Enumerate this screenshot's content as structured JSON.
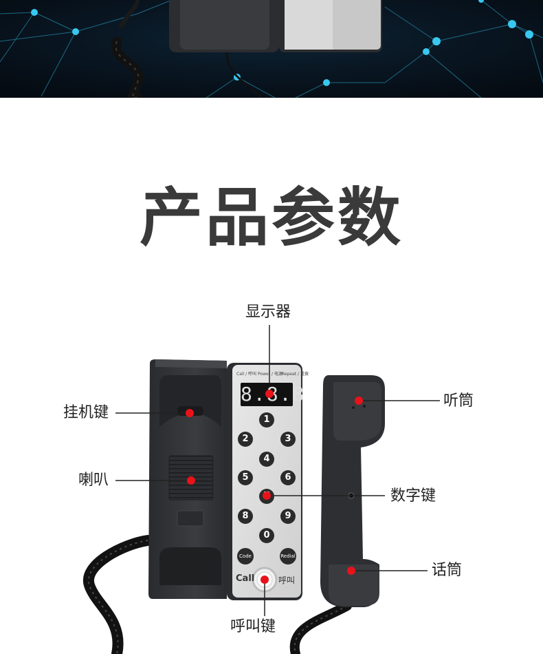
{
  "title": "产品参数",
  "labels": {
    "display": "显示器",
    "hook_key": "挂机键",
    "speaker": "喇叭",
    "earpiece": "听筒",
    "number_keys": "数字键",
    "mouthpiece": "话筒",
    "call_key": "呼叫键"
  },
  "panel": {
    "tag_call": "Call / 呼叫",
    "tag_power": "Power / 电源",
    "tag_repeat": "Repeat / 重拨",
    "display_value": "8.8.8",
    "keys": [
      "1",
      "2",
      "3",
      "4",
      "5",
      "6",
      "7",
      "8",
      "9",
      "0"
    ],
    "code_key": "Code",
    "redial_key": "Redial",
    "call_label": "Call",
    "call_cn": "呼叫"
  },
  "colors": {
    "marker": "#e8121b",
    "phone_body": "#2f3033",
    "panel": "#dcdcdc",
    "banner": "#0a1420",
    "network_line": "#2aa4c8"
  }
}
